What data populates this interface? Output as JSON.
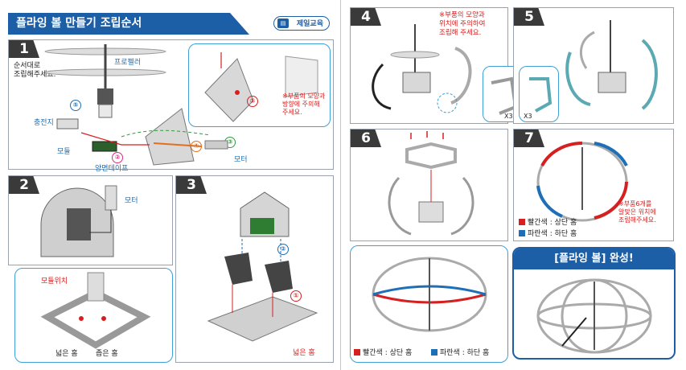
{
  "header": {
    "title": "플라잉 볼 만들기 조립순서",
    "brand": "제일교육",
    "brand_icon": "book-icon"
  },
  "steps": {
    "s1": {
      "num": "1",
      "note_order": "순서대로\n조립해주세요.",
      "propeller": "프로펠러",
      "charger": "충전지",
      "module": "모듈",
      "tape": "양면테이프",
      "motor": "모터",
      "callout_note": "※부품의 모양과\n방향에 주의해\n주세요.",
      "marks": {
        "m1": "①",
        "m2": "②",
        "m3": "③",
        "m4": "④",
        "m5": "⑤"
      }
    },
    "s2": {
      "num": "2",
      "motor": "모터",
      "module_pos": "모듈위치",
      "wide_groove": "넓은 홈",
      "narrow_groove": "좁은 홈"
    },
    "s3": {
      "num": "3",
      "wide_groove": "넓은 홈",
      "marks": {
        "m1": "①",
        "m2": "②"
      }
    },
    "s4": {
      "num": "4",
      "note": "※부품의 모양과\n위치에 주의하여\n조립해 주세요.",
      "qty": "X3"
    },
    "s5": {
      "num": "5",
      "qty": "X3"
    },
    "s6": {
      "num": "6",
      "legend_red": "빨간색 : 상단 홈",
      "legend_blue": "파란색 : 하단 홈"
    },
    "s7": {
      "num": "7",
      "note": "※부품6개를\n알맞은 위치에\n조립해주세요.",
      "legend_red": "빨간색 : 상단 홈",
      "legend_blue": "파란색 : 하단 홈"
    },
    "complete": {
      "title": "[플라잉 볼] 완성!"
    }
  },
  "colors": {
    "brand": "#1d5fa7",
    "red": "#d62020",
    "blue": "#1d6fb8",
    "teal": "#5aa9b3",
    "callout": "#3fa0d6"
  }
}
